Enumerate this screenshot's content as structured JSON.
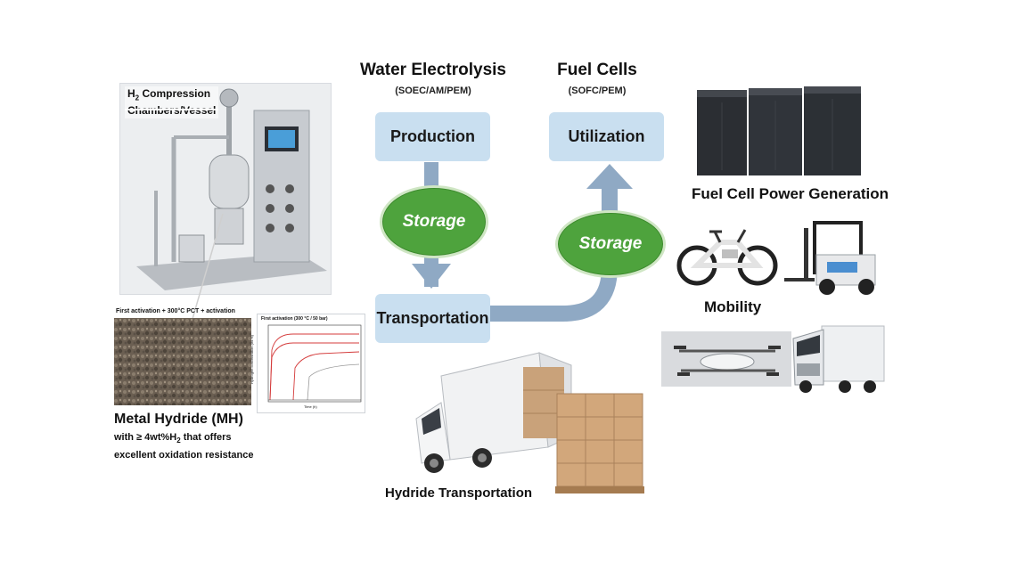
{
  "left": {
    "apparatus_label_line1": "H",
    "apparatus_label_sub": "2",
    "apparatus_label_line1_rest": " Compression",
    "apparatus_label_line2": "Chambers/Vessel",
    "activation_caption": "First activation + 300°C PCT + activation",
    "plot_title": "First activation (300 °C / 50 bar)",
    "plot_ylabel": "Hydrogen concentration (wt.%)",
    "plot_xlabel": "Time (h)",
    "mh_title": "Metal Hydride (MH)",
    "mh_desc_line1_a": "with ≥ 4wt%H",
    "mh_desc_line1_sub": "2",
    "mh_desc_line1_b": " that offers",
    "mh_desc_line2": "excellent oxidation resistance"
  },
  "center": {
    "electrolysis_title": "Water Electrolysis",
    "electrolysis_sub": "(SOEC/AM/PEM)",
    "fuelcells_title": "Fuel Cells",
    "fuelcells_sub": "(SOFC/PEM)",
    "production": "Production",
    "utilization": "Utilization",
    "transportation": "Transportation",
    "storage_left": "Storage",
    "storage_right": "Storage",
    "hydride_transport": "Hydride Transportation"
  },
  "right": {
    "power_generation": "Fuel Cell Power Generation",
    "mobility": "Mobility"
  },
  "colors": {
    "box": "#c9dff0",
    "arrow": "#8fa9c4",
    "storage_green": "#4ea33d"
  }
}
